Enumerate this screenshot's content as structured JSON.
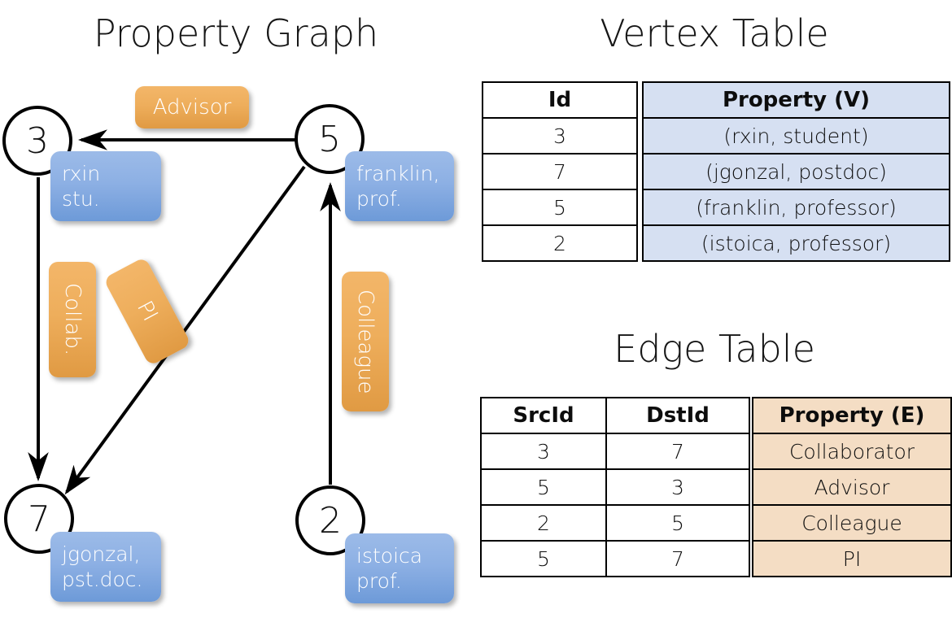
{
  "titles": {
    "property_graph": "Property Graph",
    "vertex_table": "Vertex Table",
    "edge_table": "Edge Table"
  },
  "graph": {
    "nodes": [
      {
        "id": "3",
        "label": "3",
        "property_lines": [
          "rxin",
          "stu."
        ]
      },
      {
        "id": "5",
        "label": "5",
        "property_lines": [
          "franklin,",
          "prof."
        ]
      },
      {
        "id": "7",
        "label": "7",
        "property_lines": [
          "jgonzal,",
          "pst.doc."
        ]
      },
      {
        "id": "2",
        "label": "2",
        "property_lines": [
          "istoica",
          "prof."
        ]
      }
    ],
    "edge_labels": [
      {
        "name": "advisor",
        "text": "Advisor"
      },
      {
        "name": "collab",
        "text": "Collab."
      },
      {
        "name": "pi",
        "text": "PI"
      },
      {
        "name": "colleague",
        "text": "Colleague"
      }
    ]
  },
  "vertex_table": {
    "headers": [
      "Id",
      "Property (V)"
    ],
    "rows": [
      {
        "id": "3",
        "property": "(rxin, student)"
      },
      {
        "id": "7",
        "property": "(jgonzal, postdoc)"
      },
      {
        "id": "5",
        "property": "(franklin, professor)"
      },
      {
        "id": "2",
        "property": "(istoica, professor)"
      }
    ]
  },
  "edge_table": {
    "headers": [
      "SrcId",
      "DstId",
      "Property (E)"
    ],
    "rows": [
      {
        "src": "3",
        "dst": "7",
        "property": "Collaborator"
      },
      {
        "src": "5",
        "dst": "3",
        "property": "Advisor"
      },
      {
        "src": "2",
        "dst": "5",
        "property": "Colleague"
      },
      {
        "src": "5",
        "dst": "7",
        "property": "PI"
      }
    ]
  },
  "colors": {
    "vertex_cell": "#d6e0f2",
    "edge_cell": "#f4ddc4",
    "node_box_blue": "#8db0e4",
    "edge_label_orange": "#eeae5c",
    "stroke": "#000000",
    "background": "#ffffff"
  }
}
